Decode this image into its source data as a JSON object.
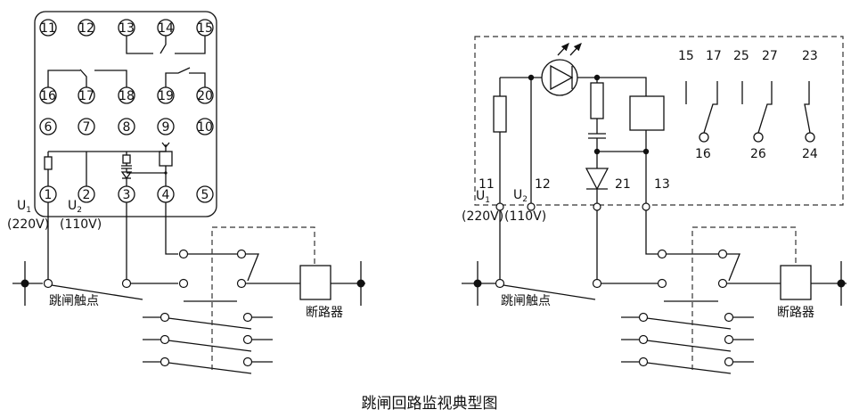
{
  "caption": "跳闸回路监视典型图",
  "left": {
    "terminals_row1": [
      "11",
      "12",
      "13",
      "14",
      "15"
    ],
    "terminals_row2": [
      "16",
      "17",
      "18",
      "19",
      "20"
    ],
    "terminals_row3": [
      "6",
      "7",
      "8",
      "9",
      "10"
    ],
    "terminals_row4": [
      "1",
      "2",
      "3",
      "4",
      "5"
    ],
    "u1_main": "U",
    "u1_sub": "1",
    "u1_voltage": "(220V)",
    "u2_main": "U",
    "u2_sub": "2",
    "u2_voltage": "(110V)",
    "trip_contact_label": "跳闸触点",
    "breaker_label": "断路器"
  },
  "right": {
    "contact_labels_top": [
      "15",
      "17",
      "25",
      "27",
      "23"
    ],
    "contact_labels_bottom": [
      "16",
      "26",
      "24"
    ],
    "terminal_11": "11",
    "terminal_12": "12",
    "terminal_21": "21",
    "terminal_13": "13",
    "u1_main": "U",
    "u1_sub": "1",
    "u1_voltage": "(220V)",
    "u2_main": "U",
    "u2_sub": "2",
    "u2_voltage": "(110V)",
    "trip_contact_label": "跳闸触点",
    "breaker_label": "断路器"
  }
}
